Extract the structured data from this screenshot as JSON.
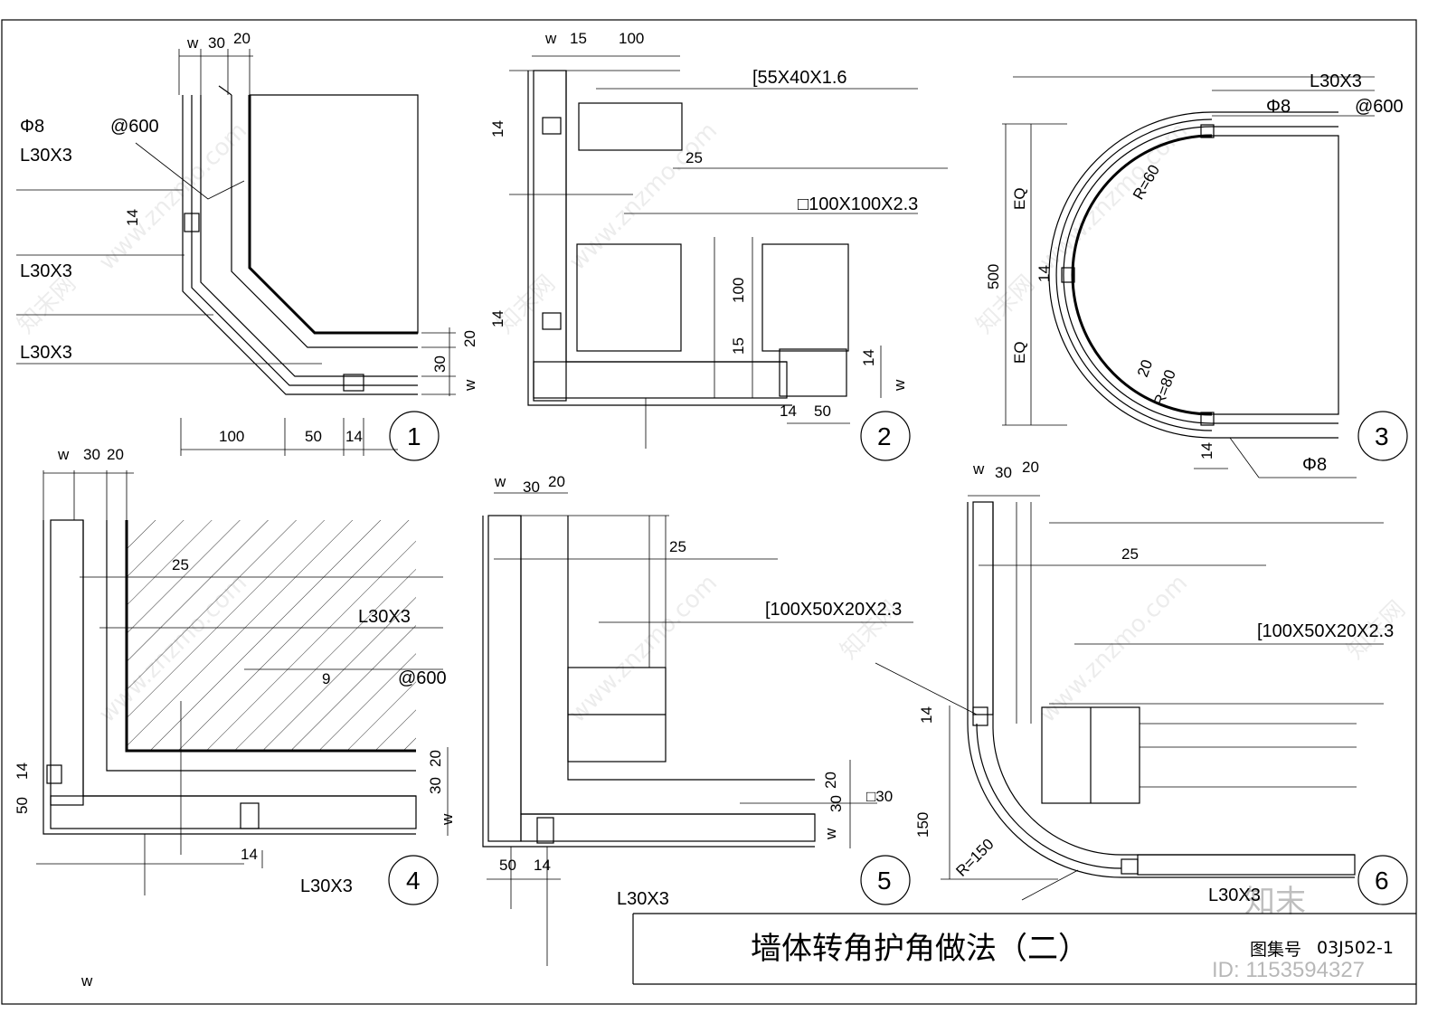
{
  "drawing": {
    "title": "墙体转角护角做法（二）",
    "atlas_label": "图集号",
    "atlas_no": "03J502-1",
    "watermark_logo": "知末",
    "watermark_id": "ID: 1153594327",
    "watermark_site": "www.znzmo.com",
    "watermark_brand": "知末网"
  },
  "details": [
    {
      "number": "1",
      "dims": [
        "w",
        "30",
        "20",
        "14",
        "20",
        "30",
        "w",
        "100",
        "50",
        "14"
      ],
      "labels": [
        "Φ8",
        "@600",
        "L30X3",
        "L30X3",
        "L30X3"
      ]
    },
    {
      "number": "2",
      "dims": [
        "w",
        "15",
        "100",
        "14",
        "25",
        "14",
        "100",
        "15",
        "14",
        "w",
        "14",
        "50"
      ],
      "labels": [
        "[55X40X1.6",
        "□100X100X2.3"
      ]
    },
    {
      "number": "3",
      "dims": [
        "EQ",
        "500",
        "14",
        "EQ",
        "R=60",
        "20",
        "R=80",
        "14"
      ],
      "labels": [
        "L30X3",
        "Φ8",
        "@600",
        "Φ8"
      ]
    },
    {
      "number": "4",
      "dims": [
        "w",
        "30",
        "20",
        "25",
        "9",
        "14",
        "50",
        "20",
        "30",
        "w",
        "14"
      ],
      "labels": [
        "L30X3",
        "@600",
        "L30X3"
      ]
    },
    {
      "number": "5",
      "dims": [
        "w",
        "30",
        "20",
        "25",
        "20",
        "30",
        "w",
        "50",
        "14",
        "□30"
      ],
      "labels": [
        "[100X50X20X2.3",
        "L30X3"
      ]
    },
    {
      "number": "6",
      "dims": [
        "w",
        "30",
        "20",
        "25",
        "14",
        "150",
        "R=150",
        "w"
      ],
      "labels": [
        "[100X50X20X2.3",
        "L30X3"
      ]
    }
  ]
}
